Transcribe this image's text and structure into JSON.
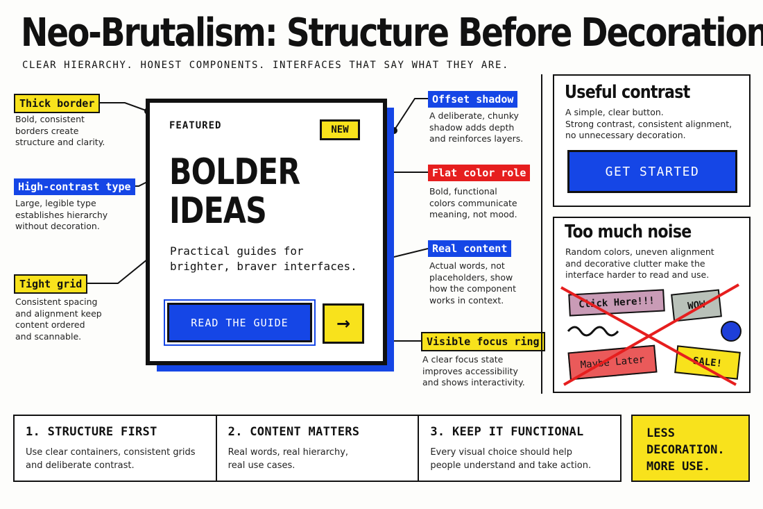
{
  "title": "Neo-Brutalism: Structure Before Decoration",
  "subtitle": "CLEAR HIERARCHY. HONEST COMPONENTS. INTERFACES THAT SAY WHAT THEY ARE.",
  "colors": {
    "blue": "#1546e6",
    "yellow": "#f8e21c",
    "red": "#e61e1e",
    "ink": "#111111"
  },
  "card": {
    "eyebrow": "FEATURED",
    "badge": "NEW",
    "headline_line1": "BOLDER",
    "headline_line2": "IDEAS",
    "body_line1": "Practical guides for",
    "body_line2": "brighter, braver interfaces.",
    "button": "READ THE GUIDE",
    "arrow": "→"
  },
  "annotations": {
    "thick_border": {
      "label": "Thick border",
      "desc": [
        "Bold, consistent",
        "borders create",
        "structure and clarity."
      ]
    },
    "high_contrast": {
      "label": "High-contrast type",
      "desc": [
        "Large, legible type",
        "establishes hierarchy",
        "without decoration."
      ]
    },
    "tight_grid": {
      "label": "Tight grid",
      "desc": [
        "Consistent spacing",
        "and alignment keep",
        "content ordered",
        "and scannable."
      ]
    },
    "offset_shadow": {
      "label": "Offset shadow",
      "desc": [
        "A deliberate, chunky",
        "shadow adds depth",
        "and reinforces layers."
      ]
    },
    "flat_color": {
      "label": "Flat color role",
      "desc": [
        "Bold, functional",
        "colors communicate",
        "meaning, not mood."
      ]
    },
    "real_content": {
      "label": "Real content",
      "desc": [
        "Actual words, not",
        "placeholders, show",
        "how the component",
        "works in context."
      ]
    },
    "focus_ring": {
      "label": "Visible focus ring",
      "desc": [
        "A clear focus state",
        "improves accessibility",
        "and shows interactivity."
      ]
    }
  },
  "useful": {
    "title": "Useful contrast",
    "desc": [
      "A simple, clear button.",
      "Strong contrast, consistent alignment,",
      "no unnecessary decoration."
    ],
    "button": "GET STARTED"
  },
  "noise": {
    "title": "Too much noise",
    "desc": [
      "Random colors, uneven alignment",
      "and decorative clutter make the",
      "interface harder to read and use."
    ],
    "chips": {
      "click": "Click Here!!!",
      "wow": "WOW",
      "maybe": "Maybe Later",
      "sale": "SALE!"
    }
  },
  "bottom": [
    {
      "title": "1. STRUCTURE FIRST",
      "text": [
        "Use clear containers, consistent grids",
        "and deliberate contrast."
      ]
    },
    {
      "title": "2. CONTENT MATTERS",
      "text": [
        "Real words, real hierarchy,",
        "real use cases."
      ]
    },
    {
      "title": "3. KEEP IT FUNCTIONAL",
      "text": [
        "Every visual choice should help",
        "people understand and take action."
      ]
    }
  ],
  "callout": [
    "LESS",
    "DECORATION.",
    "MORE USE."
  ]
}
